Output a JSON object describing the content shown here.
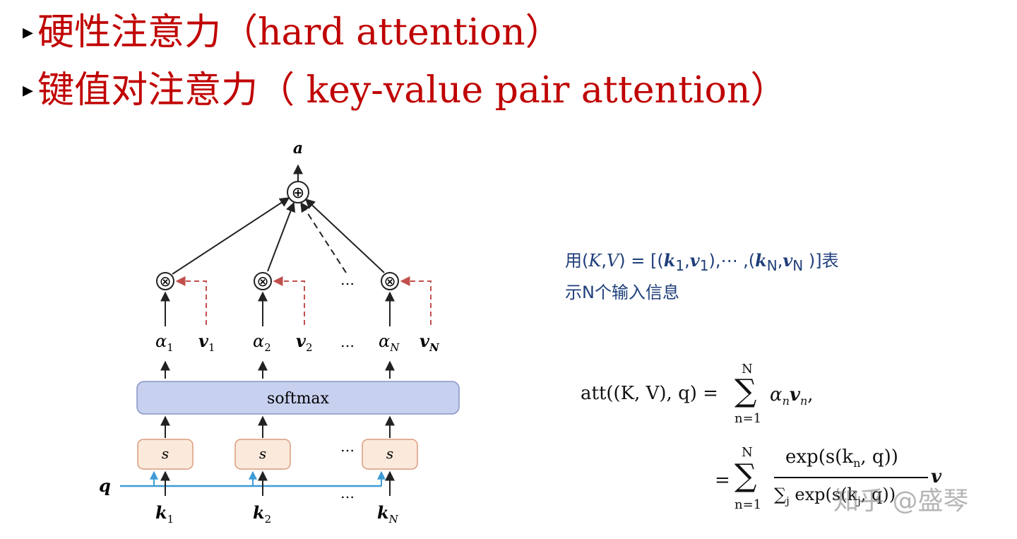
{
  "headings": {
    "bullet": "▸",
    "line1": "硬性注意力（hard attention）",
    "line2": "键值对注意力（ key-value pair attention）"
  },
  "diagram": {
    "output": "a",
    "plus": "⊕",
    "times": "⊗",
    "ellipsis": "…",
    "softmax": "softmax",
    "score": "s",
    "query": "q",
    "alphas": [
      "α",
      "α",
      "α"
    ],
    "alpha_subs": [
      "1",
      "2",
      "N"
    ],
    "values": [
      "v",
      "v",
      "v"
    ],
    "value_subs": [
      "1",
      "2",
      "N"
    ],
    "keys": [
      "k",
      "k",
      "k"
    ],
    "key_subs": [
      "1",
      "2",
      "N"
    ],
    "colors": {
      "softmax_fill": "#c7d0ef",
      "score_fill": "#fbeadb",
      "score_border": "#d99b7e",
      "query_line": "#3c9bd6",
      "value_arrow": "#c0504d"
    }
  },
  "description": {
    "line1_prefix": "用(",
    "K": "K",
    "comma": ",",
    "V": "V",
    "line1_mid": ")  =  [(",
    "k1": "k",
    "sub1": "1",
    "v1": "v",
    "line1_dots": "),⋯ ,(",
    "kN": "k",
    "subN": "N",
    "vN": "v",
    "line1_suffix": " )]表",
    "line2": "示N个输入信息"
  },
  "formula": {
    "lhs": "att((K, V), q) =",
    "sum1_top": "N",
    "sum1_bottom": "n=1",
    "sigma": "∑",
    "term1": "α",
    "term1_sub": "n",
    "term1_v": "v",
    "term1_tail": ",",
    "eq2": "=",
    "sum2_top": "N",
    "sum2_bottom": "n=1",
    "numerator": "exp(s(k",
    "numerator_tail": ", q))",
    "denominator": "∑",
    "denominator_sub": "j",
    "denominator_tail": " exp(s(k",
    "denominator_end": ", q))",
    "term2_v": "v"
  },
  "watermark": "知乎 @盛琴"
}
